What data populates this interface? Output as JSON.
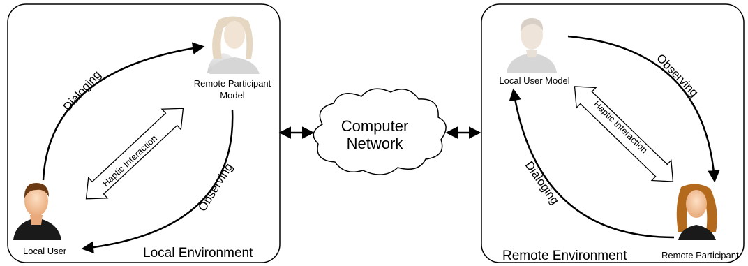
{
  "local_panel": {
    "environment_label": "Local Environment",
    "user_label": "Local User",
    "model_label_line1": "Remote Participant",
    "model_label_line2": "Model",
    "edge_dialoging": "Dialoging",
    "edge_observing": "Observing",
    "edge_haptic": "Haptic Interaction"
  },
  "remote_panel": {
    "environment_label": "Remote Environment",
    "participant_label": "Remote Participant",
    "model_label": "Local User Model",
    "edge_dialoging": "Dialoging",
    "edge_observing": "Observing",
    "edge_haptic": "Haptic Interaction"
  },
  "network": {
    "line1": "Computer",
    "line2": "Network"
  },
  "colors": {
    "border": "#000000",
    "skin": "#f4c79f",
    "hair_male": "#6b3a12",
    "hair_female": "#b36a1d",
    "shirt": "#1a1a1a",
    "faded_person": "#d9d9d9"
  }
}
